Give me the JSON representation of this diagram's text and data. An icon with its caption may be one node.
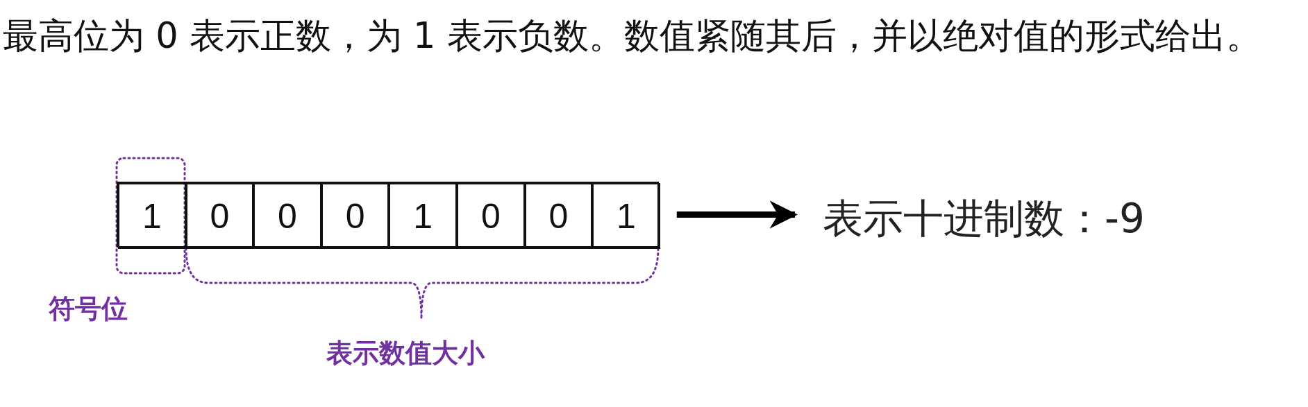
{
  "diagram": {
    "title": "最高位为 0 表示正数，为 1 表示负数。数值紧随其后，并以绝对值的形式给出。",
    "nodes": [
      {
        "text": [],
        "shape": "box"
      },
      {
        "text": [
          "1"
        ],
        "in": 0
      },
      {
        "text": [
          "0"
        ],
        "in": 0
      },
      {
        "text": [
          "0"
        ],
        "in": 0
      },
      {
        "text": [
          "0"
        ],
        "in": 0
      },
      {
        "text": [
          "1"
        ],
        "in": 0
      },
      {
        "text": [
          "0"
        ],
        "in": 0
      },
      {
        "text": [
          "0"
        ],
        "in": 0
      },
      {
        "text": [
          "1"
        ],
        "in": 0
      },
      {
        "text": [
          "表示十进制数：-9"
        ]
      }
    ],
    "edges": [
      {
        "from": 0,
        "to": 9,
        "arrow": "to"
      }
    ],
    "labels": [
      "符号位",
      "表示数值大小"
    ]
  }
}
